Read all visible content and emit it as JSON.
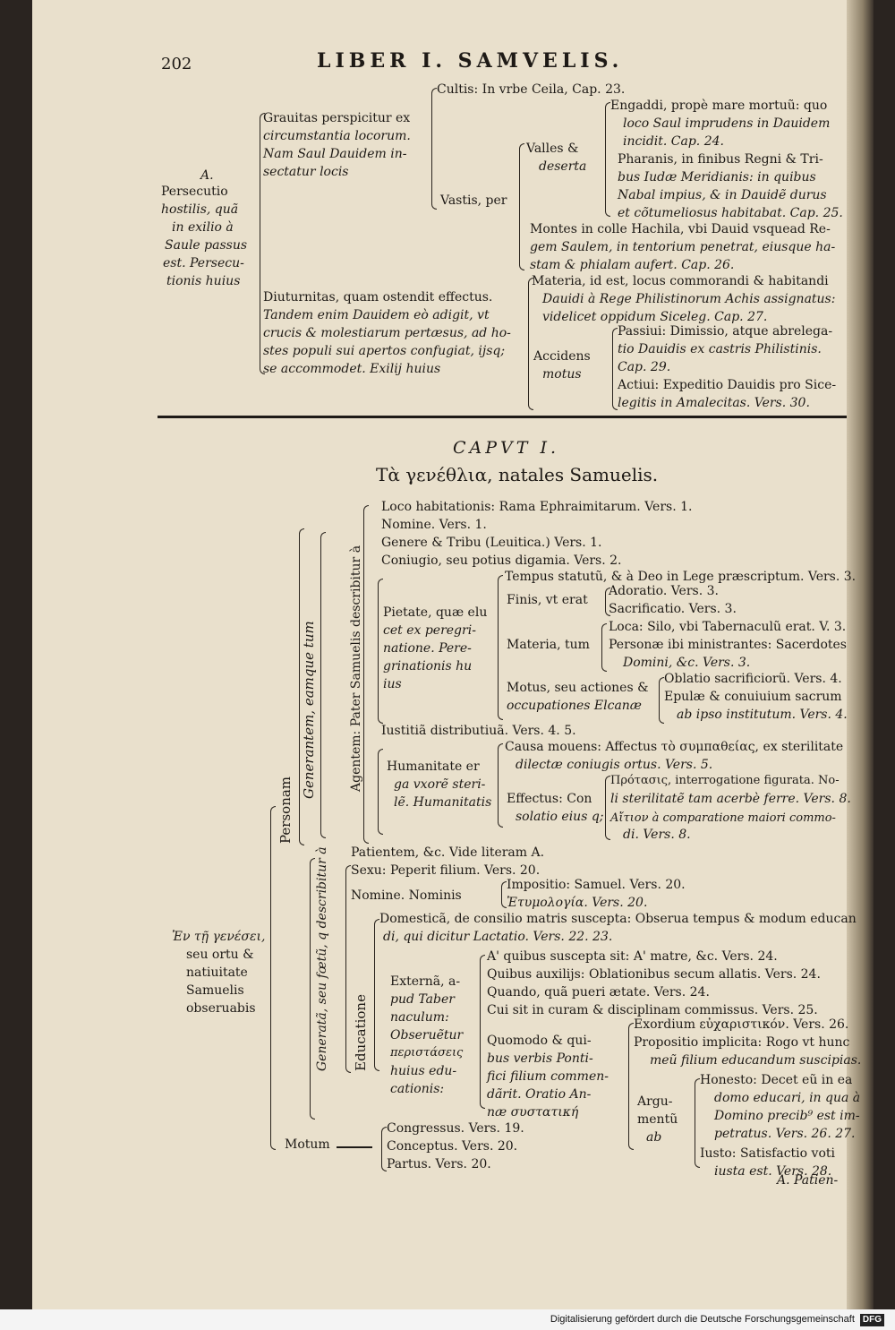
{
  "footer": {
    "text": "Digitalisierung gefördert durch die Deutsche Forschungsgemeinschaft",
    "logo": "DFG"
  },
  "header": {
    "page_number": "202",
    "running_title": "LIBER I. SAMVELIS."
  },
  "top": {
    "a_label": "A.",
    "a_lines": [
      "Persecutio",
      "hostilis, quã",
      "in exilio à",
      "Saule passus",
      "est. Persecu-",
      "tionis huius"
    ],
    "grauitas_lines": [
      "Grauitas perspicitur ex",
      "circumstantia locorum.",
      "Nam Saul Dauidem in-",
      "sectatur locis"
    ],
    "cultis": "Cultis: In vrbe Ceila, Cap. 23.",
    "vastis": "Vastis, per",
    "valles_lines": [
      "Valles &",
      "deserta"
    ],
    "engaddi_lines": [
      "Engaddi, propè mare mortuũ: quo",
      "loco Saul imprudens in Dauidem",
      "incidit. Cap. 24."
    ],
    "pharanis_lines": [
      "Pharanis, in finibus Regni & Tri-",
      "bus Iudæ Meridianis: in quibus",
      "Nabal impius, & in Dauidẽ durus",
      "et cõtumeliosus habitabat. Cap. 25."
    ],
    "montes_lines": [
      "Montes in colle Hachila, vbi Dauid vsquead Re-",
      "gem Saulem, in tentorium penetrat, eiusque ha-",
      "stam & phialam aufert. Cap. 26."
    ],
    "diuturnitas_lines": [
      "Diuturnitas, quam ostendit effectus.",
      "Tandem enim Dauidem eò adigit, vt",
      "crucis & molestiarum pertæsus, ad ho-",
      "stes populi sui apertos confugiat, ijsq;",
      "se accommodet. Exilij huius"
    ],
    "materia_lines": [
      "Materia, id est, locus commorandi & habitandi",
      "Dauidi à Rege Philistinorum Achis assignatus:",
      "videlicet oppidum Siceleg. Cap. 27."
    ],
    "accidens_lines": [
      "Accidens",
      "motus"
    ],
    "passiui_lines": [
      "Passiui: Dimissio, atque abrelega-",
      "tio Dauidis ex castris Philistinis.",
      "Cap. 29."
    ],
    "actiui_lines": [
      "Actiui: Expeditio Dauidis pro Sice-",
      "legitis in Amalecitas. Vers. 30."
    ]
  },
  "caput": {
    "title": "CAPVT I.",
    "subtitle": "Τὰ γενέθλια, natales Samuelis."
  },
  "main": {
    "root_lines": [
      "Ἐν τῇ γενέσει,",
      "seu ortu &",
      "natiuitate",
      "Samuelis",
      "obseruabis"
    ],
    "personam": "Personam",
    "generantem": "Generantem, eamque tum",
    "agentem": "Agentem: Pater Samuelis describitur à",
    "loco": "Loco habitationis: Rama Ephraimitarum. Vers. 1.",
    "nomine1": "Nomine. Vers. 1.",
    "genere": "Genere & Tribu (Leuitica.) Vers. 1.",
    "coniugio": "Coniugio, seu potius digamia. Vers. 2.",
    "pietate_lines": [
      "Pietate, quæ elu",
      "cet ex peregri-",
      "natione. Pere-",
      "grinationis hu",
      "ius"
    ],
    "tempus": "Tempus statutũ, & à Deo in Lege præscriptum. Vers. 3.",
    "finis": "Finis, vt erat",
    "adoratio": "Adoratio. Vers. 3.",
    "sacrificatio": "Sacrificatio. Vers. 3.",
    "materia": "Materia, tum",
    "loca": "Loca: Silo, vbi Tabernaculũ erat. V. 3.",
    "personae_lines": [
      "Personæ ibi ministrantes: Sacerdotes",
      "Domini, &c. Vers. 3."
    ],
    "motus_lines": [
      "Motus, seu actiones &",
      "occupationes Elcanæ"
    ],
    "oblatio": "Oblatio sacrificiorũ. Vers. 4.",
    "epulae_lines": [
      "Epulæ & conuiuium sacrum",
      "ab ipso institutum. Vers. 4."
    ],
    "iustitia": "Iustitiã distributiuã. Vers. 4. 5.",
    "humanitate_lines": [
      "Humanitate er",
      "ga vxorẽ steri-",
      "lẽ. Humanitatis"
    ],
    "causa_lines": [
      "Causa mouens: Affectus τὸ συμπαθείας, ex sterilitate",
      "dilectæ coniugis ortus. Vers. 5."
    ],
    "effectus_lines": [
      "Effectus: Con",
      "solatio eius q;"
    ],
    "prosopopoeia_lines": [
      "Πρότασις, interrogatione figurata. No-",
      "li sterilitatẽ tam acerbè ferre. Vers. 8."
    ],
    "aition_lines": [
      "Αἴτιον à comparatione maiori commo-",
      "di. Vers. 8."
    ],
    "patientem": "Patientem, &c. Vide literam A.",
    "generata": "Generatã, seu fœtũ, q describitur à",
    "sexu": "Sexu: Peperit filium. Vers. 20.",
    "nomine2": "Nomine. Nominis",
    "impositio": "Impositio: Samuel. Vers. 20.",
    "etymologia": "Ἐτυμολογία. Vers. 20.",
    "educatione": "Educatione",
    "domestica_lines": [
      "Domesticã, de consilio matris suscepta: Obserua tempus & modum educan",
      "di, qui dicitur Lactatio. Vers. 22. 23."
    ],
    "externa_lines": [
      "Externã, a-",
      "pud Taber",
      "naculum:",
      "Obseruẽtur",
      "περιστάσεις",
      "huius edu-",
      "cationis:"
    ],
    "a_quibus": "A' quibus suscepta sit: A' matre, &c. Vers. 24.",
    "quibus_aux": "Quibus auxilijs: Oblationibus secum allatis. Vers. 24.",
    "quando": "Quando, quã pueri ætate. Vers. 24.",
    "cui": "Cui sit in curam & disciplinam commissus. Vers. 25.",
    "quomodo_lines": [
      "Quomodo & qui-",
      "bus verbis Ponti-",
      "fici filium commen-",
      "dãrit. Oratio An-",
      "næ συστατική"
    ],
    "exordium": "Exordium εὐχαριστικόν. Vers. 26.",
    "propositio_lines": [
      "Propositio implicita: Rogo vt hunc",
      "meũ filium educandum suscipias."
    ],
    "argumentum_lines": [
      "Argu-",
      "mentũ",
      "ab"
    ],
    "honesto_lines": [
      "Honesto: Decet eũ in ea",
      "domo educari, in qua à",
      "Domino precib⁹ est im-",
      "petratus. Vers. 26. 27."
    ],
    "iusto_lines": [
      "Iusto: Satisfactio voti",
      "iusta est. Vers. 28."
    ],
    "motum": "Motum",
    "congressus": "Congressus. Vers. 19.",
    "conceptus": "Conceptus. Vers. 20.",
    "partus": "Partus. Vers. 20.",
    "catchword": "A. Patien-"
  }
}
